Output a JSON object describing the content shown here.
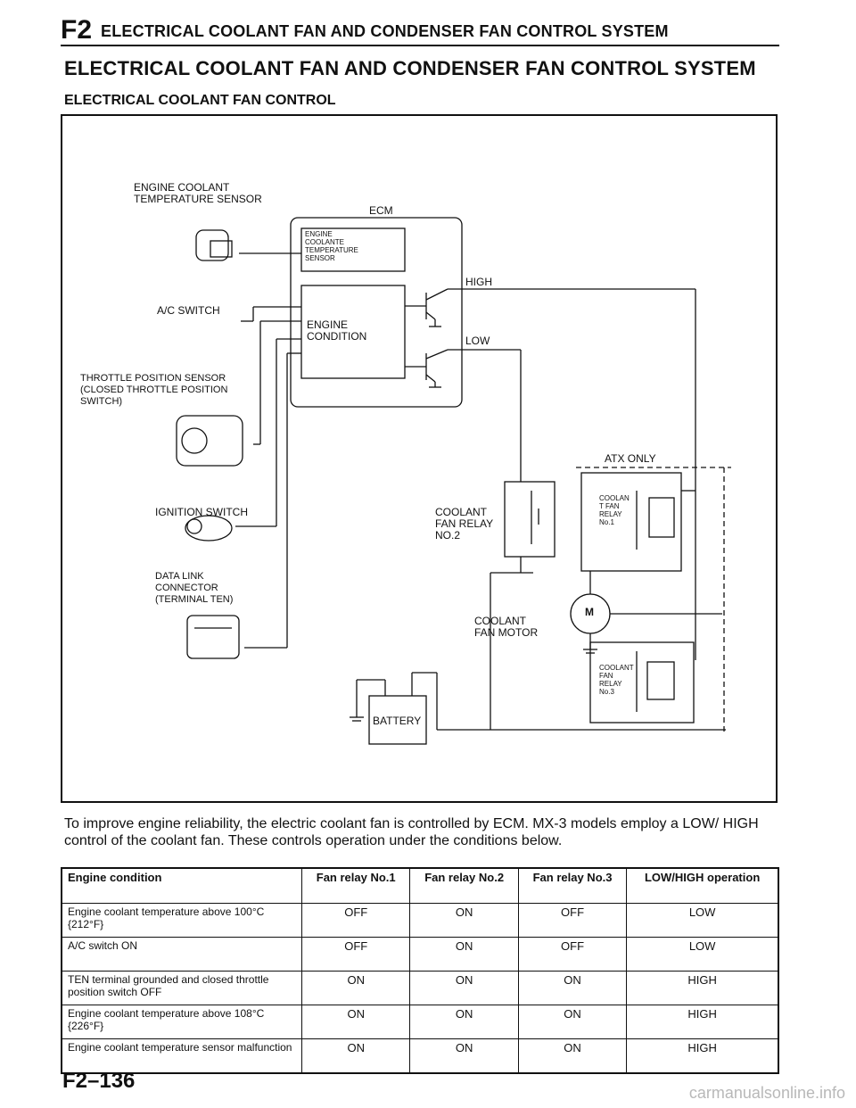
{
  "header": {
    "code": "F2",
    "title": "ELECTRICAL COOLANT FAN AND CONDENSER FAN CONTROL SYSTEM"
  },
  "main_title": "ELECTRICAL COOLANT FAN AND CONDENSER FAN CONTROL SYSTEM",
  "sub_title": "ELECTRICAL COOLANT FAN CONTROL",
  "diagram": {
    "ect_sensor": "ENGINE COOLANT\nTEMPERATURE SENSOR",
    "ecm": "ECM",
    "ecm_ect": "ENGINE\nCOOLANTE\nTEMPERATURE\nSENSOR",
    "ecm_condition": "ENGINE\nCONDITION",
    "ac_switch": "A/C SWITCH",
    "high": "HIGH",
    "low": "LOW",
    "tps": "THROTTLE POSITION SENSOR\n(CLOSED THROTTLE POSITION\nSWITCH)",
    "atx_only": "ATX ONLY",
    "ignition_switch": "IGNITION SWITCH",
    "relay2": "COOLANT\nFAN RELAY\nNO.2",
    "relay1": "COOLAN\nT FAN\nRELAY\nNo.1",
    "data_link": "DATA LINK\nCONNECTOR\n(TERMINAL TEN)",
    "fan_motor": "COOLANT\nFAN MOTOR",
    "motor_m": "M",
    "relay3": "COOLANT\nFAN\nRELAY\nNo.3",
    "battery": "BATTERY"
  },
  "intro": "To improve engine reliability, the electric coolant fan is controlled by ECM. MX-3 models employ a LOW/ HIGH control of the coolant fan. These controls operation under the conditions below.",
  "table": {
    "headers": [
      "Engine condition",
      "Fan relay No.1",
      "Fan relay No.2",
      "Fan relay No.3",
      "LOW/HIGH operation"
    ],
    "rows": [
      [
        "Engine coolant temperature above 100°C {212°F}",
        "OFF",
        "ON",
        "OFF",
        "LOW"
      ],
      [
        "A/C switch ON",
        "OFF",
        "ON",
        "OFF",
        "LOW"
      ],
      [
        "TEN terminal grounded and closed throttle position switch OFF",
        "ON",
        "ON",
        "ON",
        "HIGH"
      ],
      [
        "Engine coolant temperature above 108°C {226°F}",
        "ON",
        "ON",
        "ON",
        "HIGH"
      ],
      [
        "Engine coolant temperature sensor malfunction",
        "ON",
        "ON",
        "ON",
        "HIGH"
      ]
    ]
  },
  "footer": "F2–136",
  "watermark": "carmanualsonline.info"
}
